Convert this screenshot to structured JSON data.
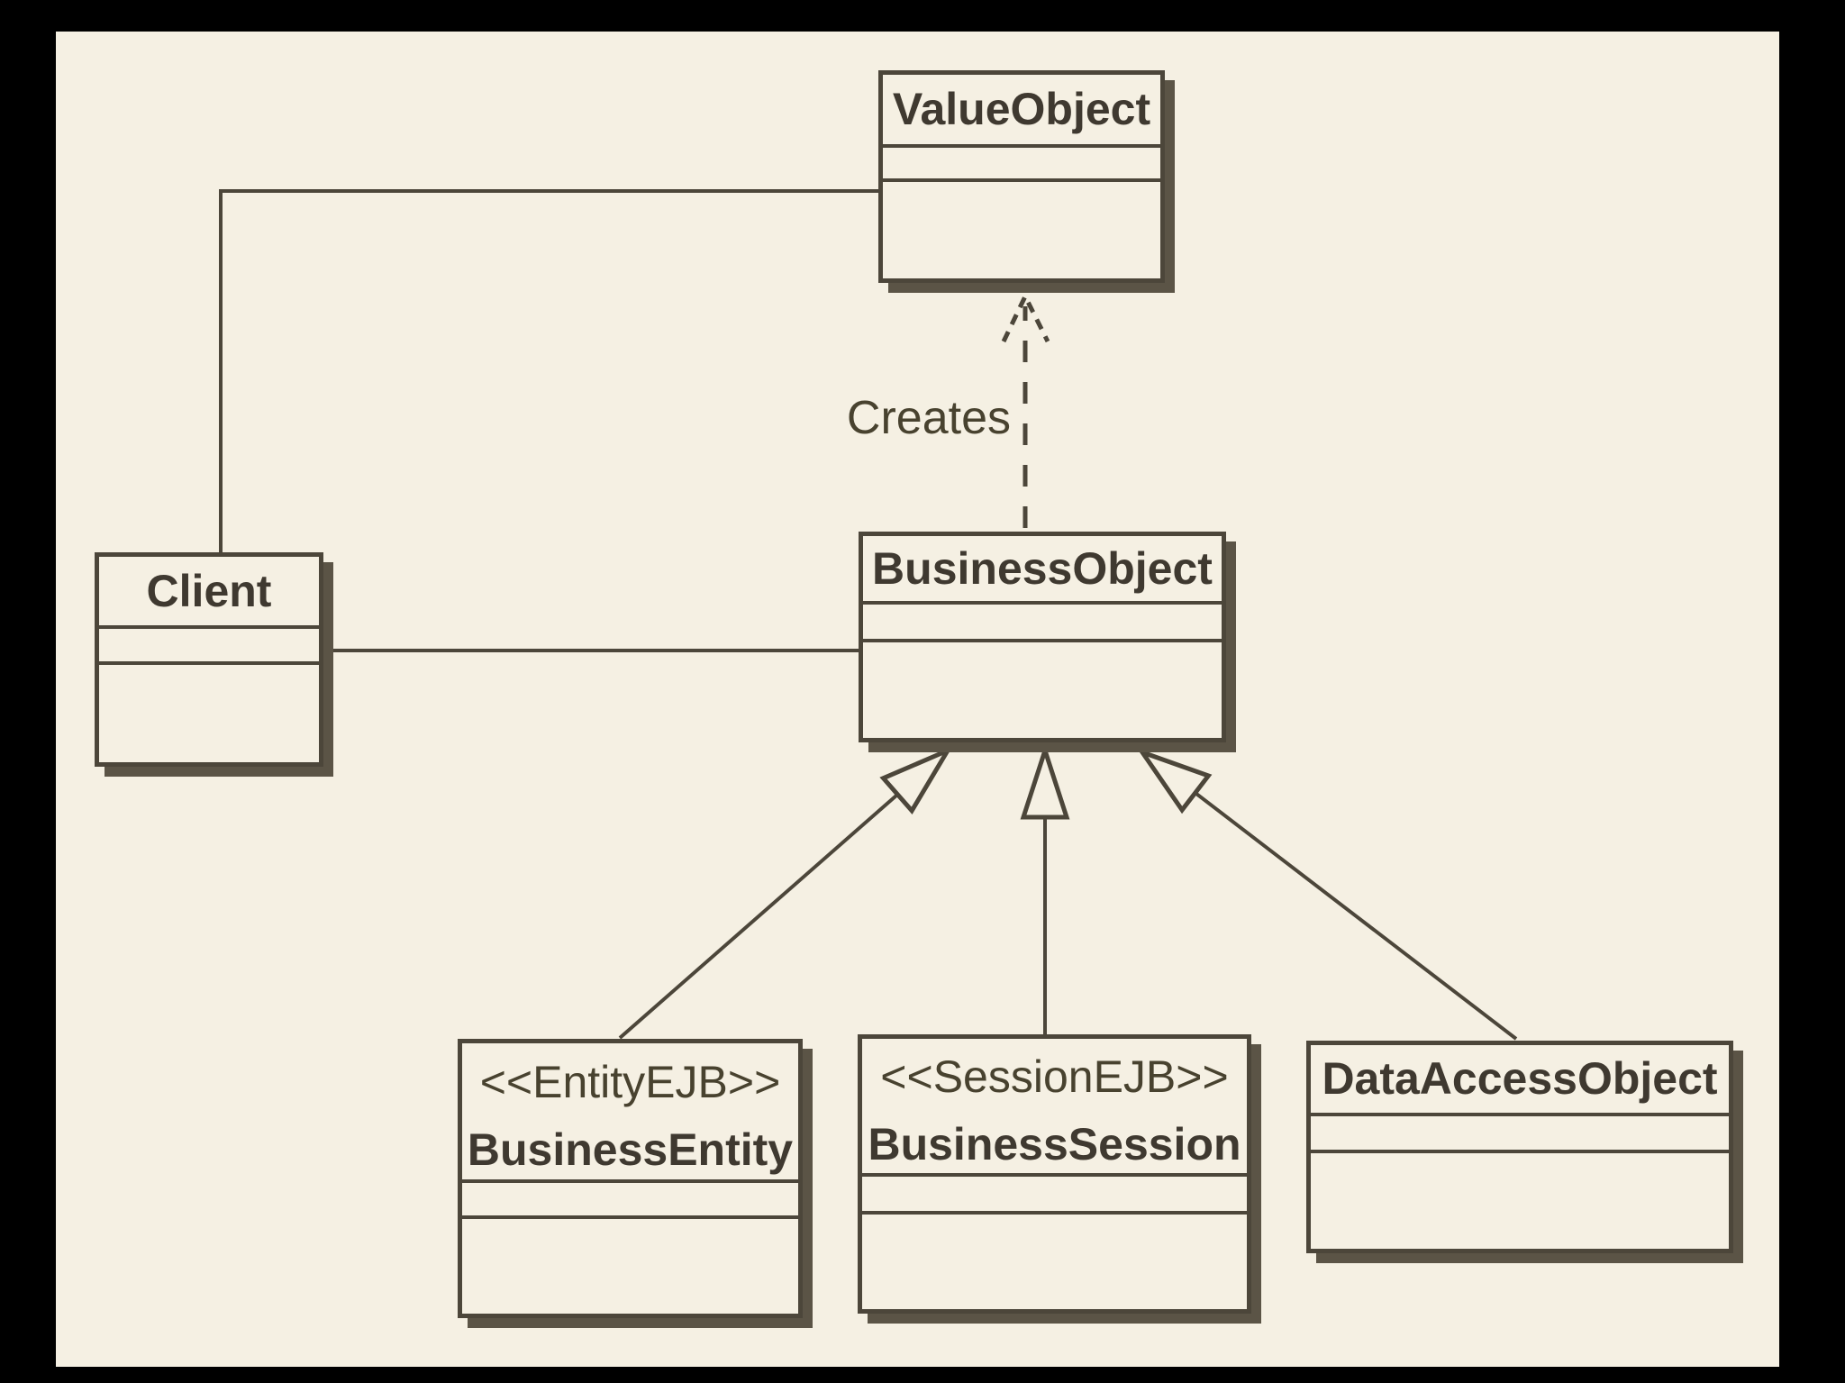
{
  "diagram": {
    "kind": "uml-class-diagram",
    "colors": {
      "frame": "#000000",
      "paper": "#f5f0e3",
      "ink": "#4c463a",
      "text": "#3f3930",
      "shadow": "#5b5446"
    },
    "classes": {
      "valueObject": {
        "name": "ValueObject"
      },
      "client": {
        "name": "Client"
      },
      "businessObject": {
        "name": "BusinessObject"
      },
      "businessEntity": {
        "stereotype": "<<EntityEJB>>",
        "name": "BusinessEntity"
      },
      "businessSession": {
        "stereotype": "<<SessionEJB>>",
        "name": "BusinessSession"
      },
      "dataAccessObject": {
        "name": "DataAccessObject"
      }
    },
    "labels": {
      "creates": "Creates"
    },
    "relationships": [
      {
        "type": "association",
        "from": "Client",
        "to": "ValueObject"
      },
      {
        "type": "association",
        "from": "Client",
        "to": "BusinessObject"
      },
      {
        "type": "dependency",
        "from": "BusinessObject",
        "to": "ValueObject",
        "label": "Creates"
      },
      {
        "type": "generalization",
        "from": "BusinessEntity",
        "to": "BusinessObject"
      },
      {
        "type": "generalization",
        "from": "BusinessSession",
        "to": "BusinessObject"
      },
      {
        "type": "generalization",
        "from": "DataAccessObject",
        "to": "BusinessObject"
      }
    ]
  }
}
